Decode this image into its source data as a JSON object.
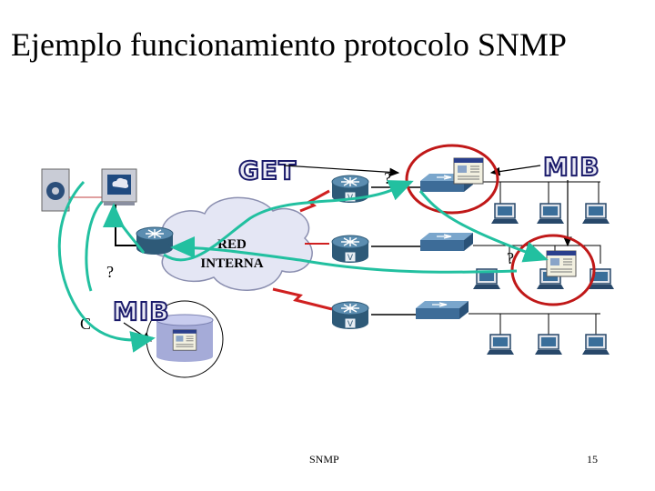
{
  "slide": {
    "title": "Ejemplo funcionamiento protocolo SNMP",
    "footer_left": "SNMP",
    "footer_right": "15"
  },
  "diagram": {
    "cloud_label_line1": "RED",
    "cloud_label_line2": "INTERNA",
    "get_label": "GET",
    "mib_label_top": "MIB",
    "mib_label_left": "MIB",
    "question_mark_1": "?",
    "question_mark_2": "?",
    "question_mark_3": "?",
    "response_glyph": "C",
    "router_label": "V"
  },
  "colors": {
    "cloud_fill": "#e4e6f4",
    "router_fill": "#3c6c8c",
    "switch_fill": "#4a7aa8",
    "flow_line": "#22c0a0",
    "serial_link": "#d02020",
    "highlight_ring": "#c01818",
    "stat_label": "#1a1a6a"
  }
}
